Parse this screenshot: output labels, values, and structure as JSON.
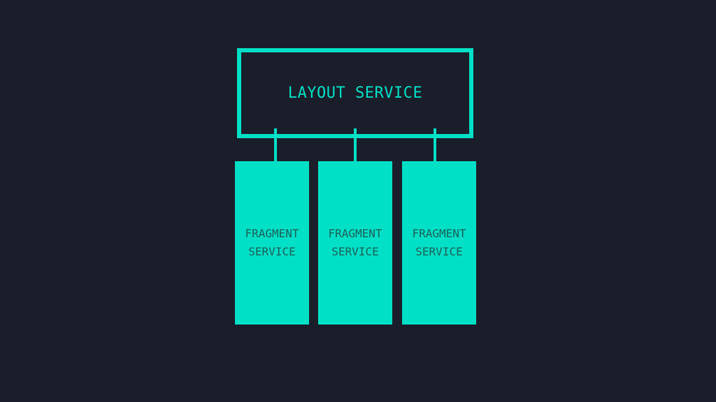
{
  "colors": {
    "background": "#1a1e2a",
    "accent": "#00e0c6",
    "fragment_text": "#1f5e58"
  },
  "diagram": {
    "layout_service": {
      "label": "LAYOUT SERVICE"
    },
    "fragments": [
      {
        "line1": "FRAGMENT",
        "line2": "SERVICE"
      },
      {
        "line1": "FRAGMENT",
        "line2": "SERVICE"
      },
      {
        "line1": "FRAGMENT",
        "line2": "SERVICE"
      }
    ]
  }
}
